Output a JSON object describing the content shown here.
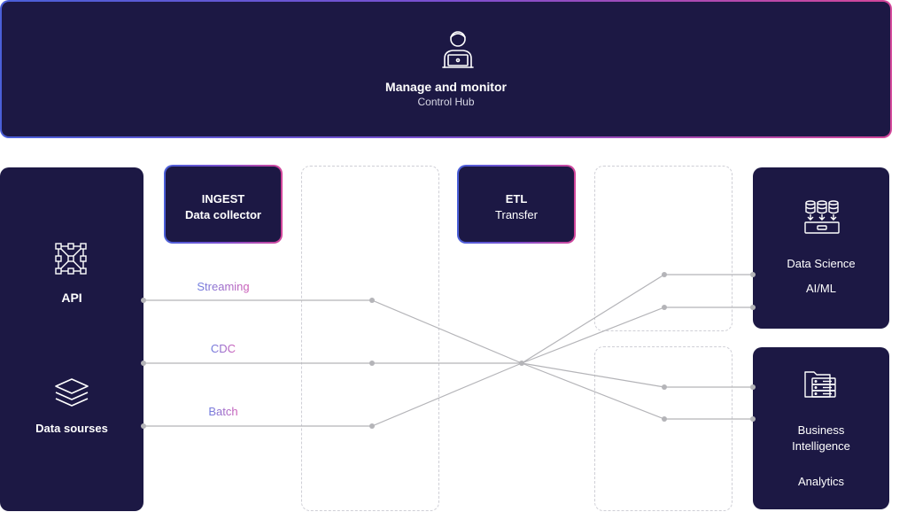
{
  "top": {
    "title": "Manage and monitor",
    "subtitle": "Control Hub",
    "icon": "person-at-laptop-icon"
  },
  "left": {
    "api": {
      "label": "API",
      "icon": "network-grid-icon"
    },
    "sources": {
      "label": "Data sourses",
      "icon": "stacked-layers-icon"
    }
  },
  "ingest": {
    "title": "INGEST",
    "subtitle": "Data collector"
  },
  "etl": {
    "title": "ETL",
    "subtitle": "Transfer"
  },
  "lines": {
    "streaming": "Streaming",
    "cdc": "CDC",
    "batch": "Batch"
  },
  "right": {
    "science": {
      "title": "Data Science",
      "subtitle": "AI/ML",
      "icon": "database-stack-icon"
    },
    "bi": {
      "title_line1": "Business",
      "title_line2": "Intelligence",
      "subtitle": "Analytics",
      "icon": "server-folder-icon"
    }
  },
  "colors": {
    "panel": "#1c1844",
    "wire": "#b4b4b8",
    "label_blue": "#6f7fe0",
    "label_pink": "#d060b8",
    "gradient_start": "#4a5fd8",
    "gradient_end": "#d2469a"
  }
}
